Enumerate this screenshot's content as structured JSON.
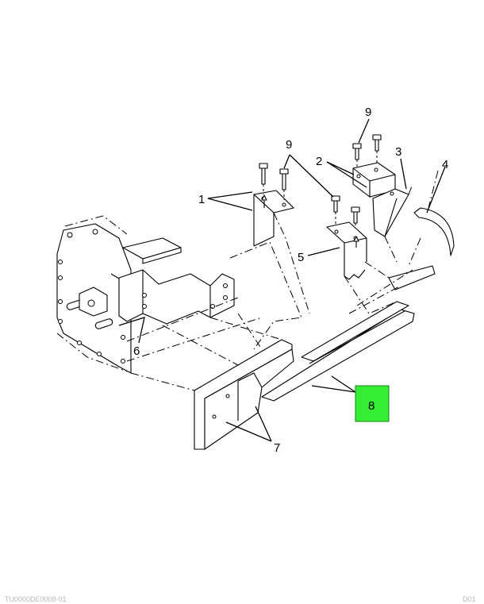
{
  "colors": {
    "highlight": "#33ee33",
    "ink": "#000000",
    "footer": "#b8b8b8"
  },
  "callouts": {
    "c1": "1",
    "c2": "2",
    "c3": "3",
    "c4": "4",
    "c5": "5",
    "c6": "6",
    "c7": "7",
    "c8": "8",
    "c9a": "9",
    "c9b": "9"
  },
  "footer": {
    "left": "TU0000DE0008-01",
    "right": "D01"
  }
}
